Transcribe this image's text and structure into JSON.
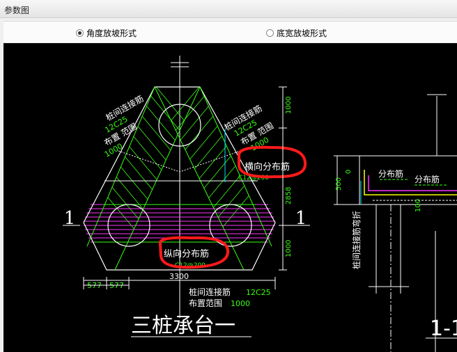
{
  "window": {
    "title": "参数图"
  },
  "options": {
    "angle_label": "角度放坡形式",
    "width_label": "底宽放坡形式",
    "selected": "angle"
  },
  "drawing": {
    "plan_title": "三桩承台一",
    "section_title": "1-1",
    "section_marks": {
      "left": "1",
      "right": "1"
    },
    "left_leg": {
      "label1": "桩间连接筋",
      "value1": "12C25",
      "label2": "布置 范围",
      "value2": "1000"
    },
    "right_leg": {
      "label1": "桩间连接筋",
      "value1": "12C25",
      "label2": "布置 范围",
      "value2": "1000"
    },
    "highlight_transverse": "横向分布筋",
    "highlight_longitudinal": "纵向分布筋",
    "hidden_code_1": "C12@200",
    "hidden_code_2": "C12@200",
    "bottom_link": {
      "label1": "桩间连接筋",
      "value1": "12C25",
      "label2": "布置范围",
      "value2": "1000"
    },
    "dims": {
      "top": "1000",
      "mid": "2858",
      "bottom": "1000",
      "width": "3300",
      "a": "577",
      "b": "577"
    },
    "section_labels": {
      "dist1": "分布筋",
      "dist2": "分布筋",
      "vertical": "桩间连接筋弯折",
      "h500": "500",
      "h0": "0",
      "h100": "100"
    }
  },
  "colors": {
    "green": "#39ff14",
    "magenta": "#ff33ff",
    "red": "#ff1a1a",
    "yellow": "#ffff00",
    "cyan": "#00e5ff"
  }
}
